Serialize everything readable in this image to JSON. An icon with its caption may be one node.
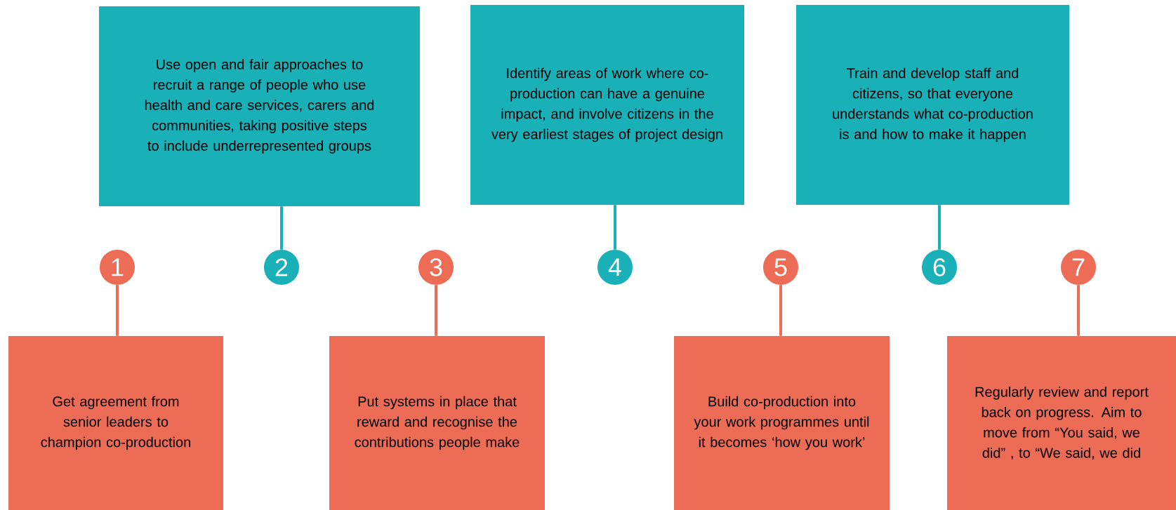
{
  "diagram": {
    "nodes": [
      {
        "text": [
          "Use open and fair approaches to recruit a range of people who use health and care services, carers and communities, taking positive steps to include underrepresented groups"
        ]
      },
      {
        "text": [
          "Identify areas of work where co-production can have a genuine impact, and involve citizens in the very earliest stages of project design"
        ]
      },
      {
        "text": [
          "Train and develop staff and citizens, so that everyone understands what co-production is and how to make it happen"
        ]
      },
      {
        "text": [
          "1"
        ]
      },
      {
        "text": [
          "2"
        ]
      },
      {
        "text": [
          "3"
        ]
      },
      {
        "text": [
          "4"
        ]
      },
      {
        "text": [
          "5"
        ]
      },
      {
        "text": [
          "6"
        ]
      },
      {
        "text": [
          "7"
        ]
      },
      {
        "text": [
          "Get agreement from senior leaders to champion co-production"
        ]
      },
      {
        "text": [
          "Put systems in place that reward and recognise the contributions people make"
        ]
      },
      {
        "text": [
          "Build co-production into your work programmes until it becomes ‘how you work’"
        ]
      },
      {
        "text": [
          "Regularly review and report back on progress. Aim to move from “You said, we did” , to “We said, we did"
        ]
      }
    ],
    "edges": [
      {
        "from": 3,
        "to": 10,
        "arrow": "none",
        "color": "#ec6c56"
      },
      {
        "from": 0,
        "to": 4,
        "arrow": "none",
        "color": "#1ab0b8"
      },
      {
        "from": 5,
        "to": 11,
        "arrow": "none",
        "color": "#ec6c56"
      },
      {
        "from": 1,
        "to": 6,
        "arrow": "none",
        "color": "#1ab0b8"
      },
      {
        "from": 7,
        "to": 12,
        "arrow": "none",
        "color": "#ec6c56"
      },
      {
        "from": 2,
        "to": 8,
        "arrow": "none",
        "color": "#1ab0b8"
      },
      {
        "from": 9,
        "to": 13,
        "arrow": "none",
        "color": "#ec6c56"
      }
    ]
  }
}
